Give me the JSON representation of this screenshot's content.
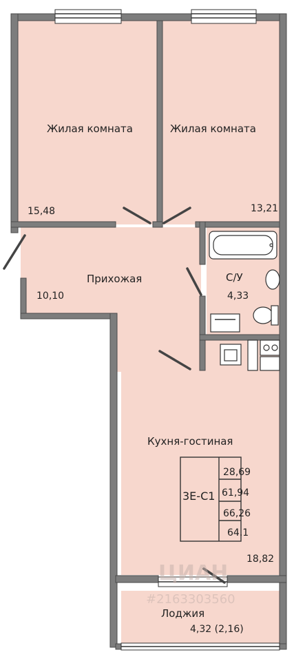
{
  "rooms": {
    "bedroom_left": {
      "name": "Жилая комната",
      "area": "15,48"
    },
    "bedroom_right": {
      "name": "Жилая комната",
      "area": "13,21"
    },
    "hallway": {
      "name": "Прихожая",
      "area": "10,10"
    },
    "bathroom": {
      "name": "С/У",
      "area": "4,33"
    },
    "kitchen_living": {
      "name": "Кухня-гостиная",
      "area": "18,82"
    },
    "loggia": {
      "name": "Лоджия",
      "area": "4,32 (2,16)"
    }
  },
  "summary": {
    "code": "3Е-С1",
    "living_area": "28,69",
    "total_area": "61,94",
    "total_with_loggia": "66,26",
    "extra_value": "64.1"
  },
  "watermark": {
    "text": "ЦИАН",
    "id_text": "#2163303560",
    "color": "#c8b4ae"
  },
  "colors": {
    "room_fill": "#f7d7cd",
    "wall": "#7d7d7d"
  }
}
